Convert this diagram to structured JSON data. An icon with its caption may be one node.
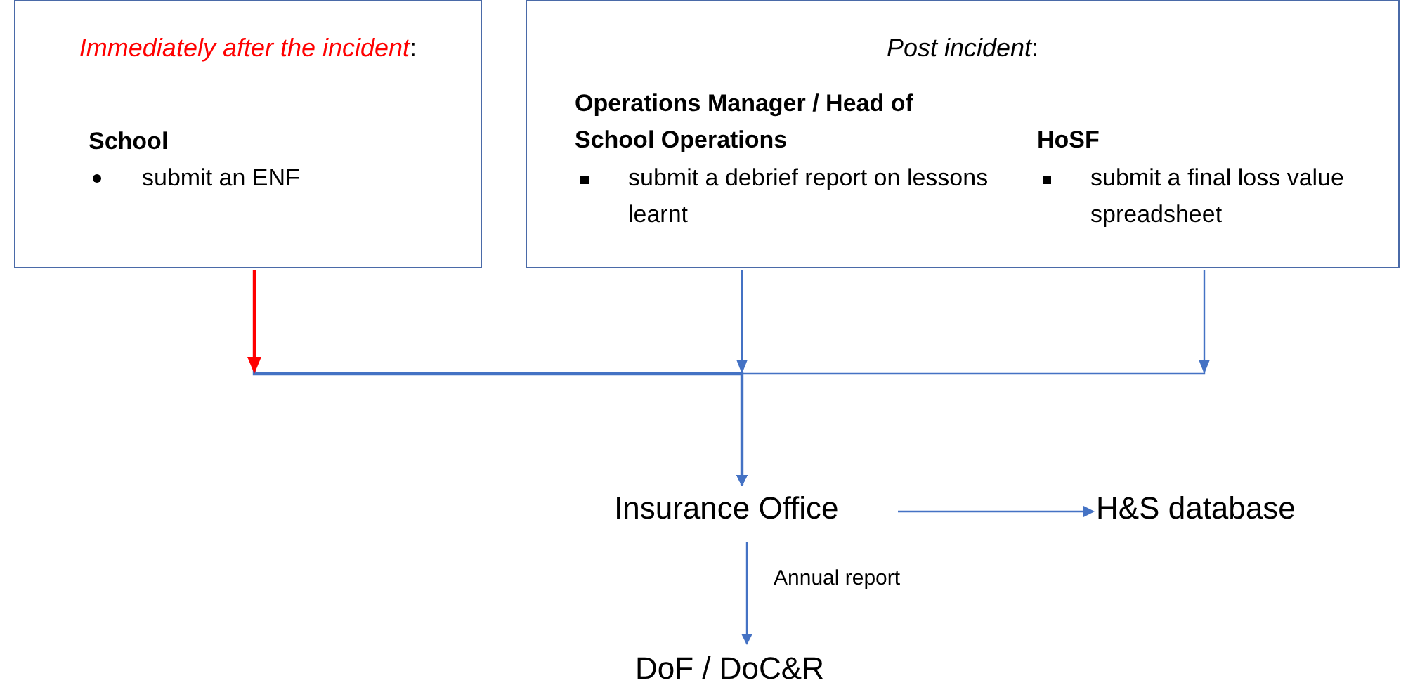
{
  "diagram": {
    "nodes": [
      {
        "text": [
          "*Immediately after the incident*:",
          "School",
          "submit an ENF"
        ]
      },
      {
        "text": [
          "*Post incident*:"
        ]
      },
      {
        "text": [
          "Operations Manager / Head of School Operations",
          "submit a debrief report on lessons learnt"
        ],
        "in": 1
      },
      {
        "text": [
          "HoSF",
          "submit a final loss value spreadsheet"
        ],
        "in": 1
      },
      {
        "text": [
          "Insurance Office"
        ]
      },
      {
        "text": [
          "H&S database"
        ]
      },
      {
        "text": [
          "DoF / DoC&R"
        ]
      }
    ],
    "edges": [
      {
        "from": 0,
        "to": 4,
        "arrow": "to",
        "color": "#ff0000",
        "style": "thick"
      },
      {
        "from": 2,
        "to": 4,
        "arrow": "to"
      },
      {
        "from": 3,
        "to": 4,
        "arrow": "to"
      },
      {
        "from": 4,
        "to": 5,
        "arrow": "to"
      },
      {
        "from": 4,
        "to": 6,
        "arrow": "to",
        "label": "Annual report"
      }
    ]
  }
}
